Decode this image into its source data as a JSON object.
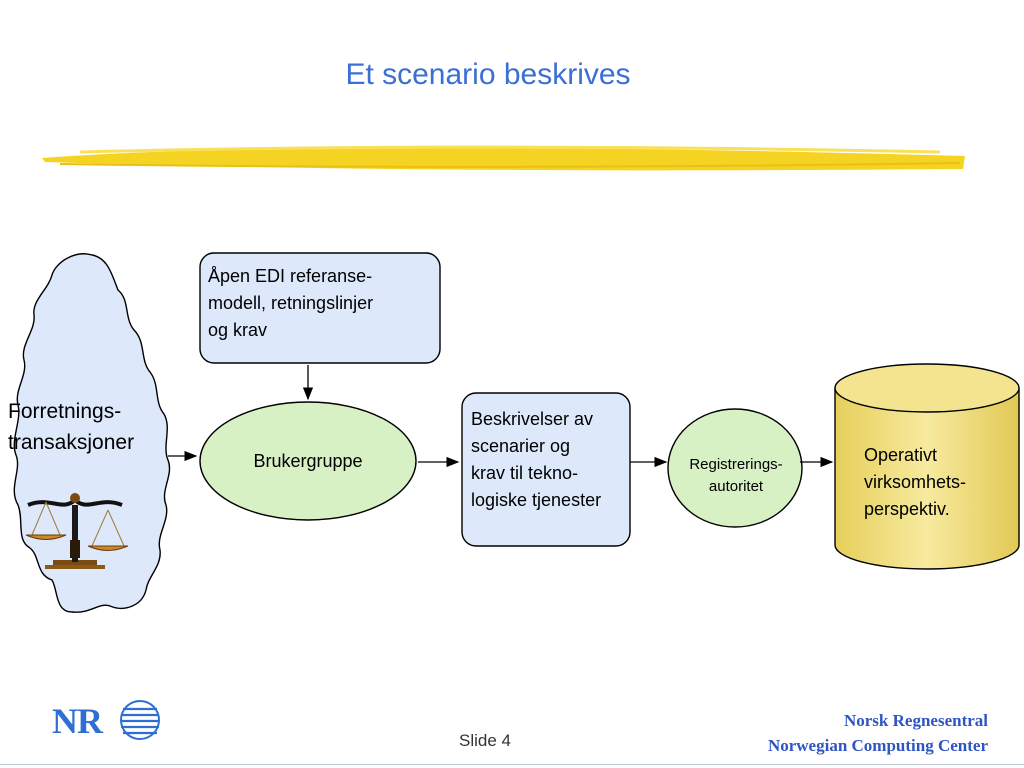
{
  "slide": {
    "title": "Et scenario beskrives",
    "slide_number": "Slide 4"
  },
  "diagram": {
    "cloud": {
      "line1": "Forretnings-",
      "line2": "transaksjoner"
    },
    "edi_box": {
      "line1": "Åpen EDI referanse-",
      "line2": "modell, retningslinjer",
      "line3": "og krav"
    },
    "brukergruppe": "Brukergruppe",
    "beskrivelser": {
      "line1": "Beskrivelser av",
      "line2": "scenarier og",
      "line3": "krav til tekno-",
      "line4": "logiske tjenester"
    },
    "registrering": {
      "line1": "Registrerings-",
      "line2": "autoritet"
    },
    "operativt": {
      "line1": "Operativt",
      "line2": "virksomhets-",
      "line3": "perspektiv."
    }
  },
  "footer": {
    "logo_text": "NR",
    "org_line1": "Norsk Regnesentral",
    "org_line2": "Norwegian Computing Center"
  },
  "colors": {
    "title": "#3b6fd4",
    "box_fill": "#dde9fb",
    "ellipse_fill": "#d7f0c4",
    "cylinder_fill": "#f2e08a",
    "highlighter": "#f5d21e",
    "org_text": "#2f55c4"
  },
  "icons": {
    "scales": "scales-of-justice-icon",
    "logo_waves": "logo-waves-icon"
  }
}
